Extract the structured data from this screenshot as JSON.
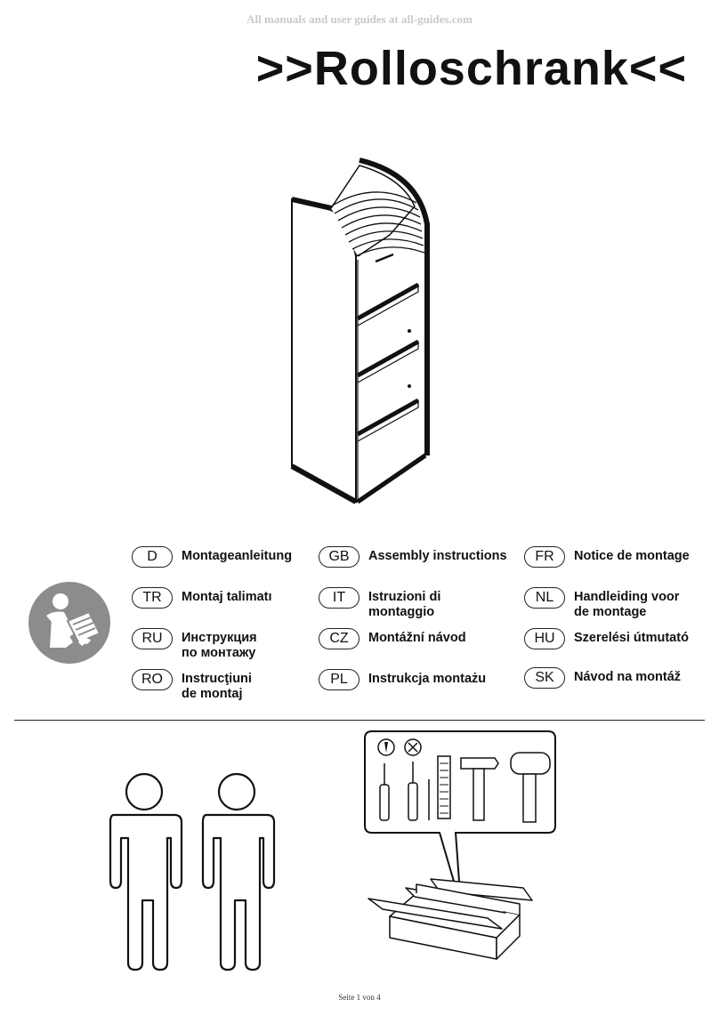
{
  "watermark": "All manuals and user guides at all-guides.com",
  "title": ">>Rolloschrank<<",
  "languages": [
    {
      "code": "D",
      "label": "Montageanleitung"
    },
    {
      "code": "GB",
      "label": "Assembly instructions"
    },
    {
      "code": "FR",
      "label": "Notice de montage"
    },
    {
      "code": "TR",
      "label": "Montaj talimatı"
    },
    {
      "code": "IT",
      "label": "Istruzioni di\nmontaggio"
    },
    {
      "code": "NL",
      "label": "Handleiding voor\nde montage"
    },
    {
      "code": "RU",
      "label": "Инструкция\nпо монтажу"
    },
    {
      "code": "CZ",
      "label": "Montážní návod"
    },
    {
      "code": "HU",
      "label": "Szerelési útmutató"
    },
    {
      "code": "RO",
      "label": "Instrucţiuni\nde montaj"
    },
    {
      "code": "PL",
      "label": "Instrukcja montażu"
    },
    {
      "code": "SK",
      "label": "Návod na montáž"
    }
  ],
  "footer": "Seite 1 von 4",
  "icons": {
    "manual": "read-manual-icon",
    "person": "person-icon",
    "toolbox": "toolbox-icon"
  }
}
